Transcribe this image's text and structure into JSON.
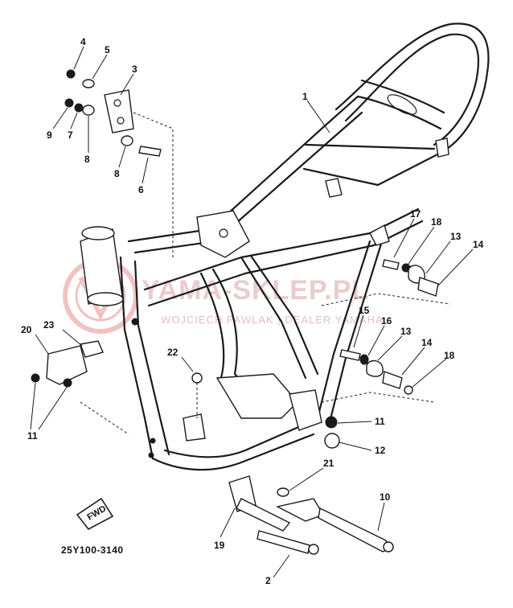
{
  "diagram": {
    "part_code": "25Y100-3140",
    "fwd_label": "FWD",
    "callouts": [
      {
        "id": "c1",
        "label": "1"
      },
      {
        "id": "c2",
        "label": "2"
      },
      {
        "id": "c3",
        "label": "3"
      },
      {
        "id": "c4",
        "label": "4"
      },
      {
        "id": "c5",
        "label": "5"
      },
      {
        "id": "c6",
        "label": "6"
      },
      {
        "id": "c7",
        "label": "7"
      },
      {
        "id": "c8a",
        "label": "8"
      },
      {
        "id": "c8b",
        "label": "8"
      },
      {
        "id": "c9",
        "label": "9"
      },
      {
        "id": "c10",
        "label": "10"
      },
      {
        "id": "c11a",
        "label": "11"
      },
      {
        "id": "c11b",
        "label": "11"
      },
      {
        "id": "c12",
        "label": "12"
      },
      {
        "id": "c13a",
        "label": "13"
      },
      {
        "id": "c13b",
        "label": "13"
      },
      {
        "id": "c14a",
        "label": "14"
      },
      {
        "id": "c14b",
        "label": "14"
      },
      {
        "id": "c15",
        "label": "15"
      },
      {
        "id": "c16",
        "label": "16"
      },
      {
        "id": "c17",
        "label": "17"
      },
      {
        "id": "c18a",
        "label": "18"
      },
      {
        "id": "c18b",
        "label": "18"
      },
      {
        "id": "c19",
        "label": "19"
      },
      {
        "id": "c20",
        "label": "20"
      },
      {
        "id": "c21",
        "label": "21"
      },
      {
        "id": "c22",
        "label": "22"
      },
      {
        "id": "c23",
        "label": "23"
      }
    ]
  },
  "watermark": {
    "title": "YAMA-SKLEP.PL",
    "subtitle": "WOJCIECH PAWLAK | DEALER YAMAHA",
    "logo_color": "#e07a7a"
  }
}
